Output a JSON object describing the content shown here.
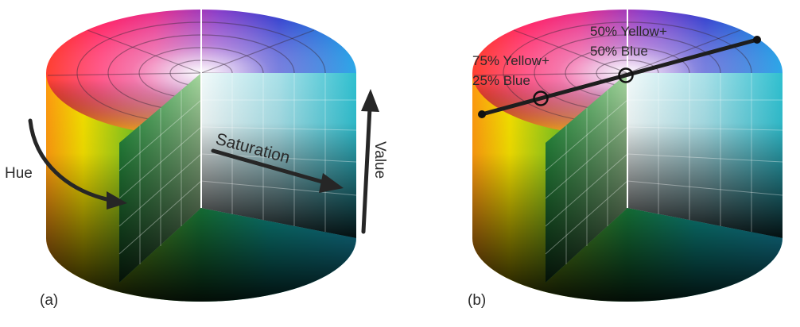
{
  "panel_a": {
    "caption": "(a)",
    "hue_label": "Hue",
    "saturation_label": "Saturation",
    "value_label": "Value"
  },
  "panel_b": {
    "caption": "(b)",
    "mix1_line1": "75% Yellow+",
    "mix1_line2": "25% Blue",
    "mix2_line1": "50% Yellow+",
    "mix2_line2": "50% Blue"
  },
  "colors": {
    "arrow": "#262626",
    "text": "#2a2a2a",
    "background": "#ffffff"
  }
}
